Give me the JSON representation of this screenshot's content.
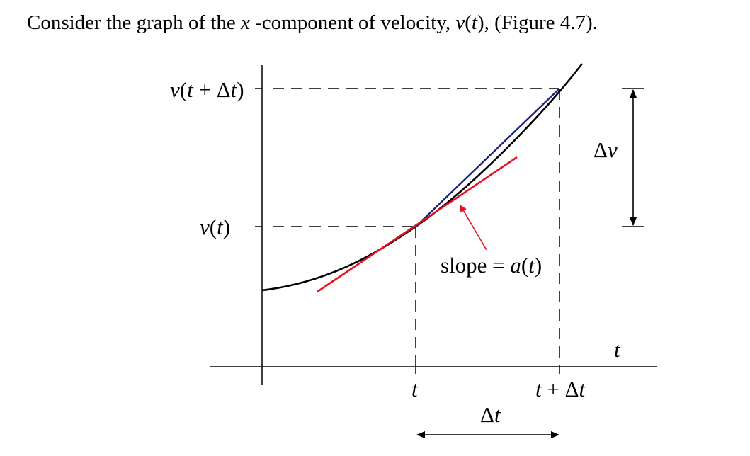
{
  "intro": {
    "prefix": "Consider the graph of the ",
    "var_x": "x",
    "middle": " -component of velocity, ",
    "v_letter": "v",
    "paren_open": "(",
    "t_letter": "t",
    "paren_close": ")",
    "suffix": ", (Figure 4.7)."
  },
  "figure": {
    "labels": {
      "v_t_dt": {
        "v": "v",
        "open": "(",
        "t": "t",
        "plus": " + ",
        "delta": "Δ",
        "t2": "t",
        "close": ")"
      },
      "v_t": {
        "v": "v",
        "open": "(",
        "t": "t",
        "close": ")"
      },
      "delta_v": {
        "delta": "Δ",
        "v": "v"
      },
      "slope": {
        "word": "slope = ",
        "a": "a",
        "open": "(",
        "t": "t",
        "close": ")"
      },
      "t_axis": "t",
      "t_tick": "t",
      "t_dt_tick": {
        "t": "t",
        "plus": " + ",
        "delta": "Δ",
        "t2": "t"
      },
      "delta_t": {
        "delta": "Δ",
        "t": "t"
      }
    },
    "colors": {
      "curve": "#000000",
      "tangent": "#e8101e",
      "secant": "#1a237e",
      "slope_arrow": "#e8101e",
      "axes": "#000000"
    }
  }
}
